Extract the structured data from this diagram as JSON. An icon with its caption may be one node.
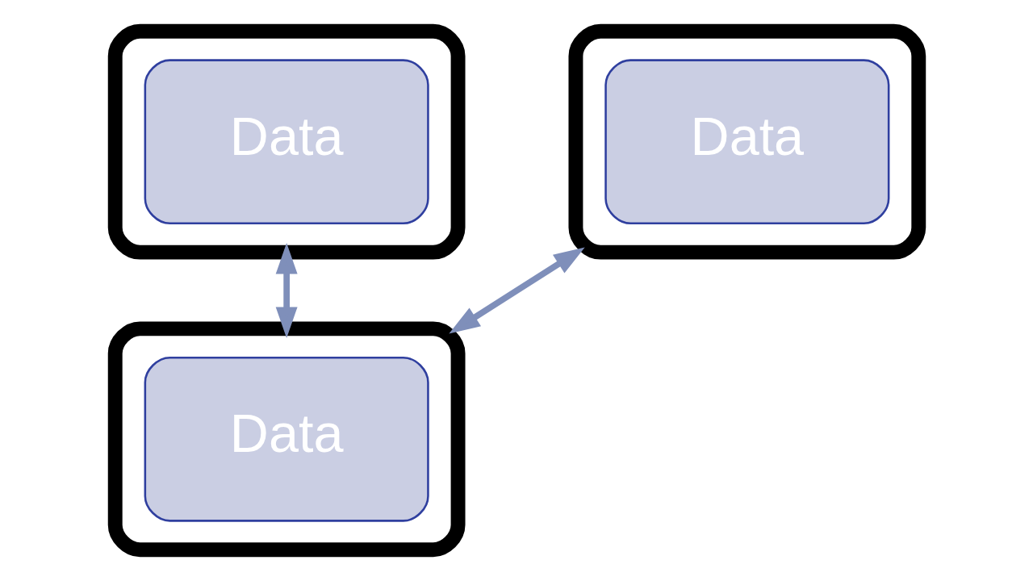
{
  "diagram": {
    "nodes": [
      {
        "text": [],
        "shape": "computer"
      },
      {
        "text": [
          "Data"
        ],
        "in": 0
      },
      {
        "text": [],
        "shape": "computer"
      },
      {
        "text": [
          "Data"
        ],
        "in": 2
      },
      {
        "text": [],
        "shape": "computer"
      },
      {
        "text": [
          "Data"
        ],
        "in": 4
      }
    ],
    "edges": [
      {
        "from": 0,
        "to": 4,
        "arrow": "both"
      },
      {
        "from": 4,
        "to": 2,
        "arrow": "both"
      }
    ]
  }
}
